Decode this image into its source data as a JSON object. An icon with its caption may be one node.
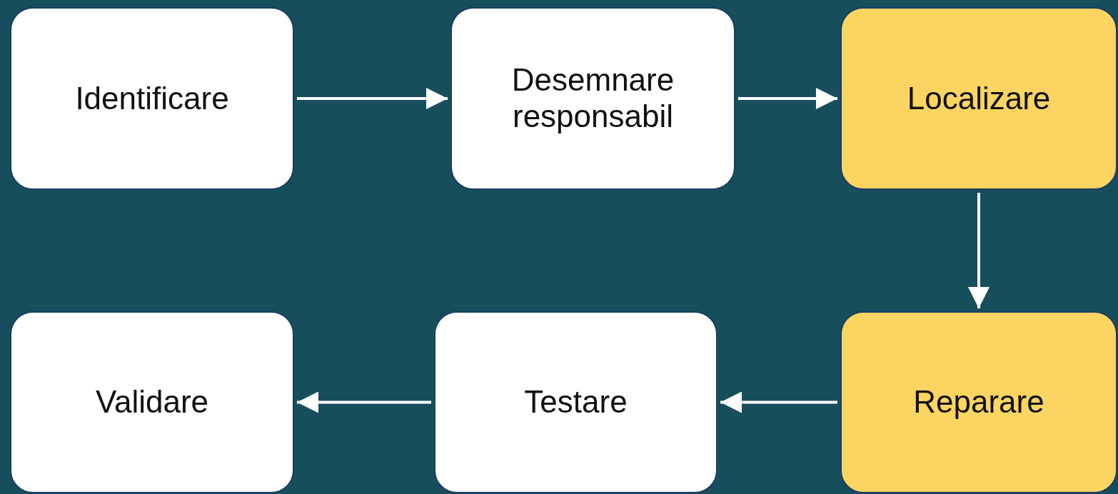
{
  "diagram": {
    "nodes": [
      {
        "text": [
          "Identificare"
        ]
      },
      {
        "text": [
          "Desemnare responsabil"
        ]
      },
      {
        "text": [
          "Localizare"
        ]
      },
      {
        "text": [
          "Reparare"
        ]
      },
      {
        "text": [
          "Testare"
        ]
      },
      {
        "text": [
          "Validare"
        ]
      }
    ],
    "edges": [
      {
        "from": 0,
        "to": 1,
        "arrow": "to"
      },
      {
        "from": 1,
        "to": 2,
        "arrow": "to"
      },
      {
        "from": 2,
        "to": 3,
        "arrow": "to"
      },
      {
        "from": 3,
        "to": 4,
        "arrow": "to"
      },
      {
        "from": 4,
        "to": 5,
        "arrow": "to"
      }
    ]
  }
}
